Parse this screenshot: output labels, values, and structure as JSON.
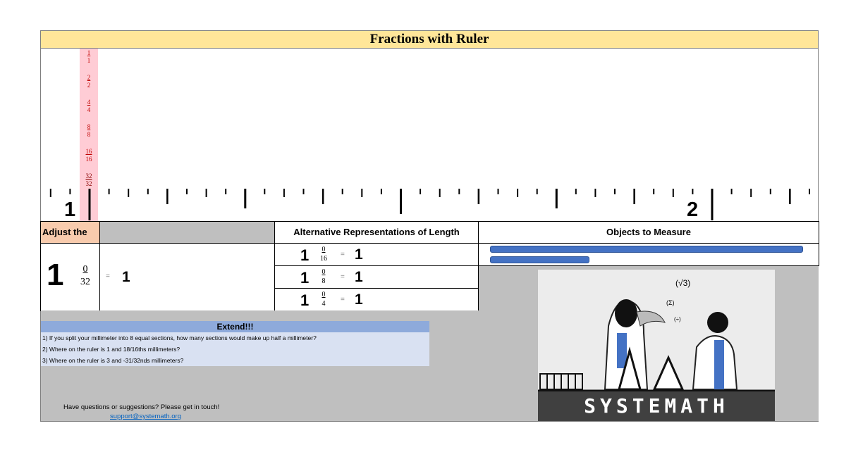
{
  "title": "Fractions with Ruler",
  "ruler": {
    "fractions": [
      {
        "num": "1",
        "den": "1"
      },
      {
        "num": "2",
        "den": "2"
      },
      {
        "num": "4",
        "den": "4"
      },
      {
        "num": "8",
        "den": "8"
      },
      {
        "num": "16",
        "den": "16"
      },
      {
        "num": "32",
        "den": "32"
      }
    ],
    "labels": [
      "1",
      "2"
    ]
  },
  "headers": {
    "adjust": "Adjust the #s",
    "alt": "Alternative Representations of Length",
    "objects": "Objects to Measure"
  },
  "main_value": {
    "whole": "1",
    "num": "0",
    "den": "32",
    "eq": "=",
    "result": "1"
  },
  "alternatives": [
    {
      "whole": "1",
      "num": "0",
      "den": "16",
      "eq": "=",
      "result": "1"
    },
    {
      "whole": "1",
      "num": "0",
      "den": "8",
      "eq": "=",
      "result": "1"
    },
    {
      "whole": "1",
      "num": "0",
      "den": "4",
      "eq": "=",
      "result": "1"
    }
  ],
  "extend": {
    "title": "Extend!!!",
    "questions": [
      "1) If you split your millimeter into 8 equal sections, how many sections would make up half a millimeter?",
      "2) Where on the ruler is 1 and 18/16ths millimeters?",
      "3) Where on the ruler is 3 and -31/32nds millimeters?"
    ]
  },
  "contact": {
    "text": "Have questions or suggestions? Please get in touch!",
    "email": "support@systemath.org"
  },
  "illustration": {
    "brand": "SYSTEMATH",
    "symbols": [
      "(√3)",
      "(Σ)",
      "(÷)"
    ]
  },
  "colors": {
    "title_bg": "#ffe699",
    "highlight": "#ffccd5",
    "bar": "#4472c4",
    "extend_head": "#8eaadb",
    "extend_rows": "#d9e1f2"
  }
}
